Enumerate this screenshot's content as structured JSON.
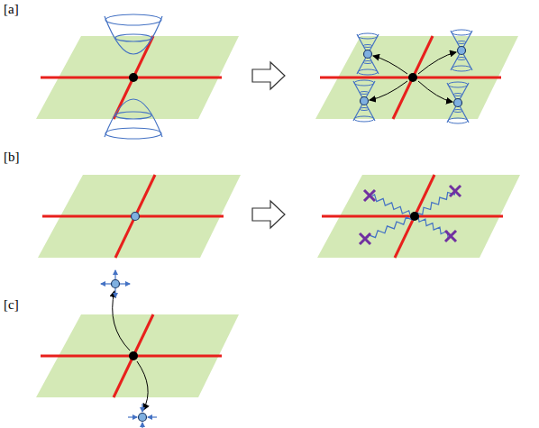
{
  "diagram": {
    "labels": [
      "[a]",
      "[b]",
      "[c]"
    ]
  }
}
